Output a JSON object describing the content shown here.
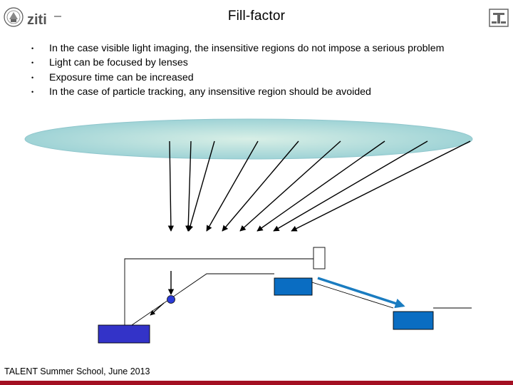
{
  "header": {
    "title": "Fill-factor",
    "logo_text": "ziti"
  },
  "bullets": [
    "In the case visible light imaging, the insensitive regions do not impose a serious problem",
    "Light can be focused by lenses",
    "Exposure time can be increased",
    "In the case of particle tracking, any insensitive region should be avoided"
  ],
  "footer": {
    "text": "TALENT Summer School, June 2013"
  },
  "colors": {
    "lens_fill": "#a6d8d4",
    "pixel_blue": "#0a6dc2",
    "photodiode_blue": "#3333c8",
    "arrow_blue": "#1a7cc0",
    "brand_red": "#a30f22"
  },
  "icons": {
    "left_logo": "university-seal-icon",
    "right_logo": "institute-logo-icon"
  }
}
